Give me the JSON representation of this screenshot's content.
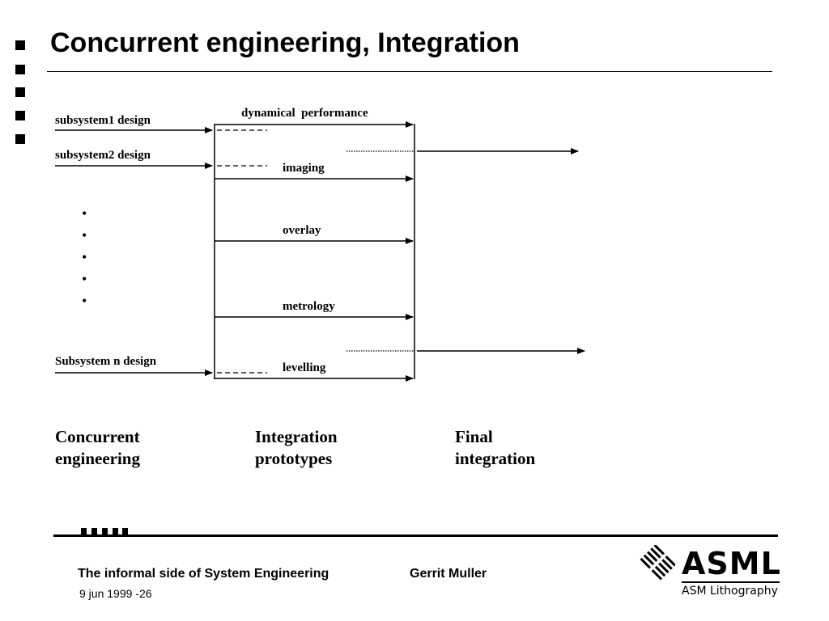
{
  "slide": {
    "title": "Concurrent engineering, Integration"
  },
  "diagram": {
    "subsystems": [
      "subsystem1 design",
      "subsystem2 design",
      "Subsystem n design"
    ],
    "ellipsis_dots": [
      "•",
      "•",
      "•",
      "•",
      "•"
    ],
    "functions": [
      "dynamical  performance",
      "imaging",
      "overlay",
      "metrology",
      "levelling"
    ]
  },
  "phases": [
    {
      "line1": "Concurrent",
      "line2": "engineering"
    },
    {
      "line1": "Integration",
      "line2": "prototypes"
    },
    {
      "line1": "Final",
      "line2": "integration"
    }
  ],
  "footer": {
    "title": "The informal side of System Engineering",
    "author": "Gerrit Muller",
    "date": "9 jun 1999 -26"
  },
  "logo": {
    "name": "ASML",
    "subtitle": "ASM Lithography"
  }
}
